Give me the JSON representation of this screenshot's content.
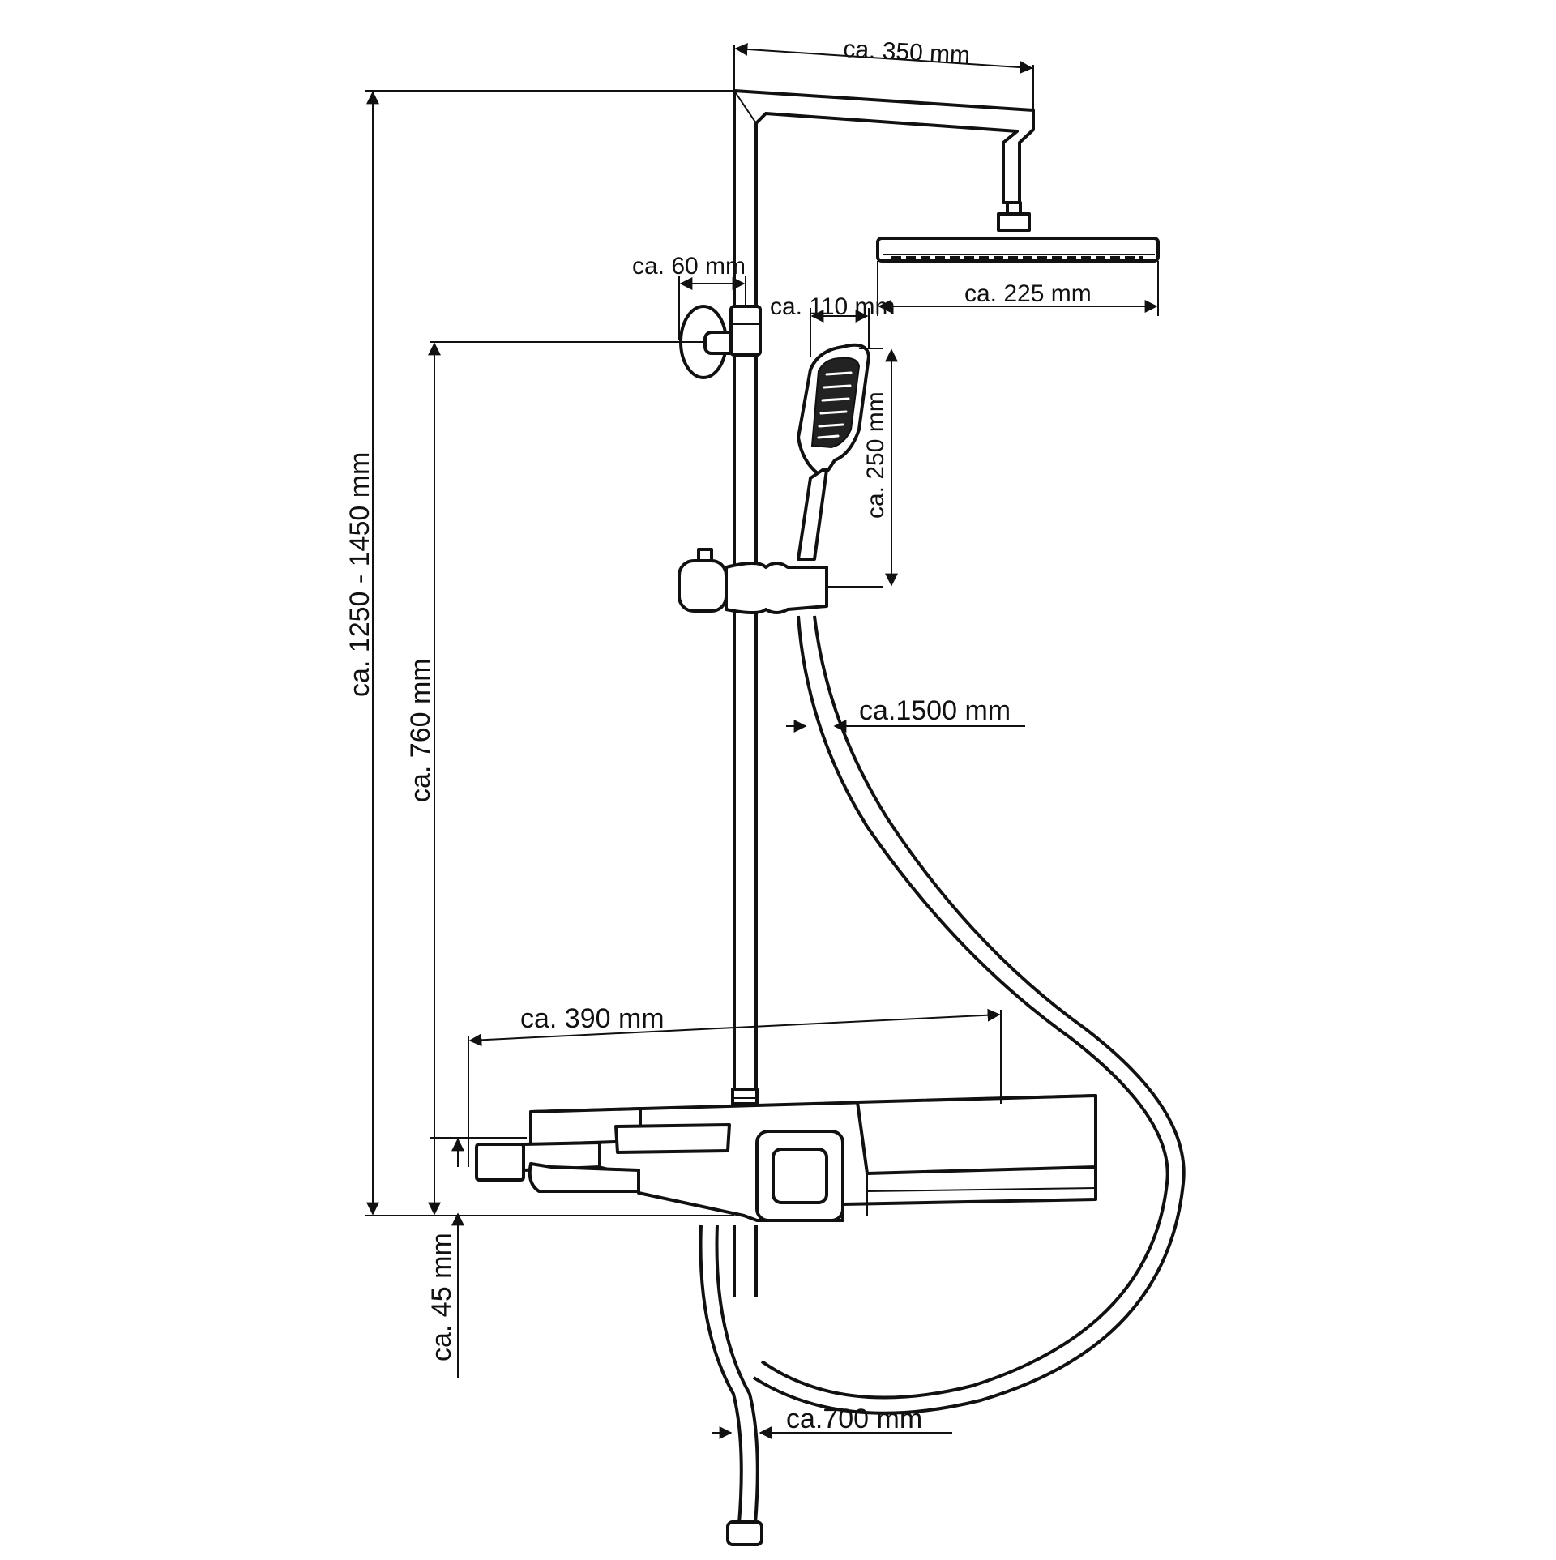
{
  "dimensions": {
    "head_arm_width": "ca. 350 mm",
    "wall_bracket_offset": "ca. 60 mm",
    "hand_shower_width": "ca. 110 mm",
    "head_shower_width": "ca. 225 mm",
    "hand_shower_height": "ca. 250 mm",
    "total_height": "ca. 1250 - 1450 mm",
    "bracket_height": "ca. 760 mm",
    "hose_hand_shower": "ca.1500 mm",
    "shelf_width": "ca. 390 mm",
    "thermostat_height": "ca. 45 mm",
    "hose_inlet": "ca.700 mm"
  },
  "colors": {
    "line": "#111111",
    "background": "#ffffff"
  }
}
